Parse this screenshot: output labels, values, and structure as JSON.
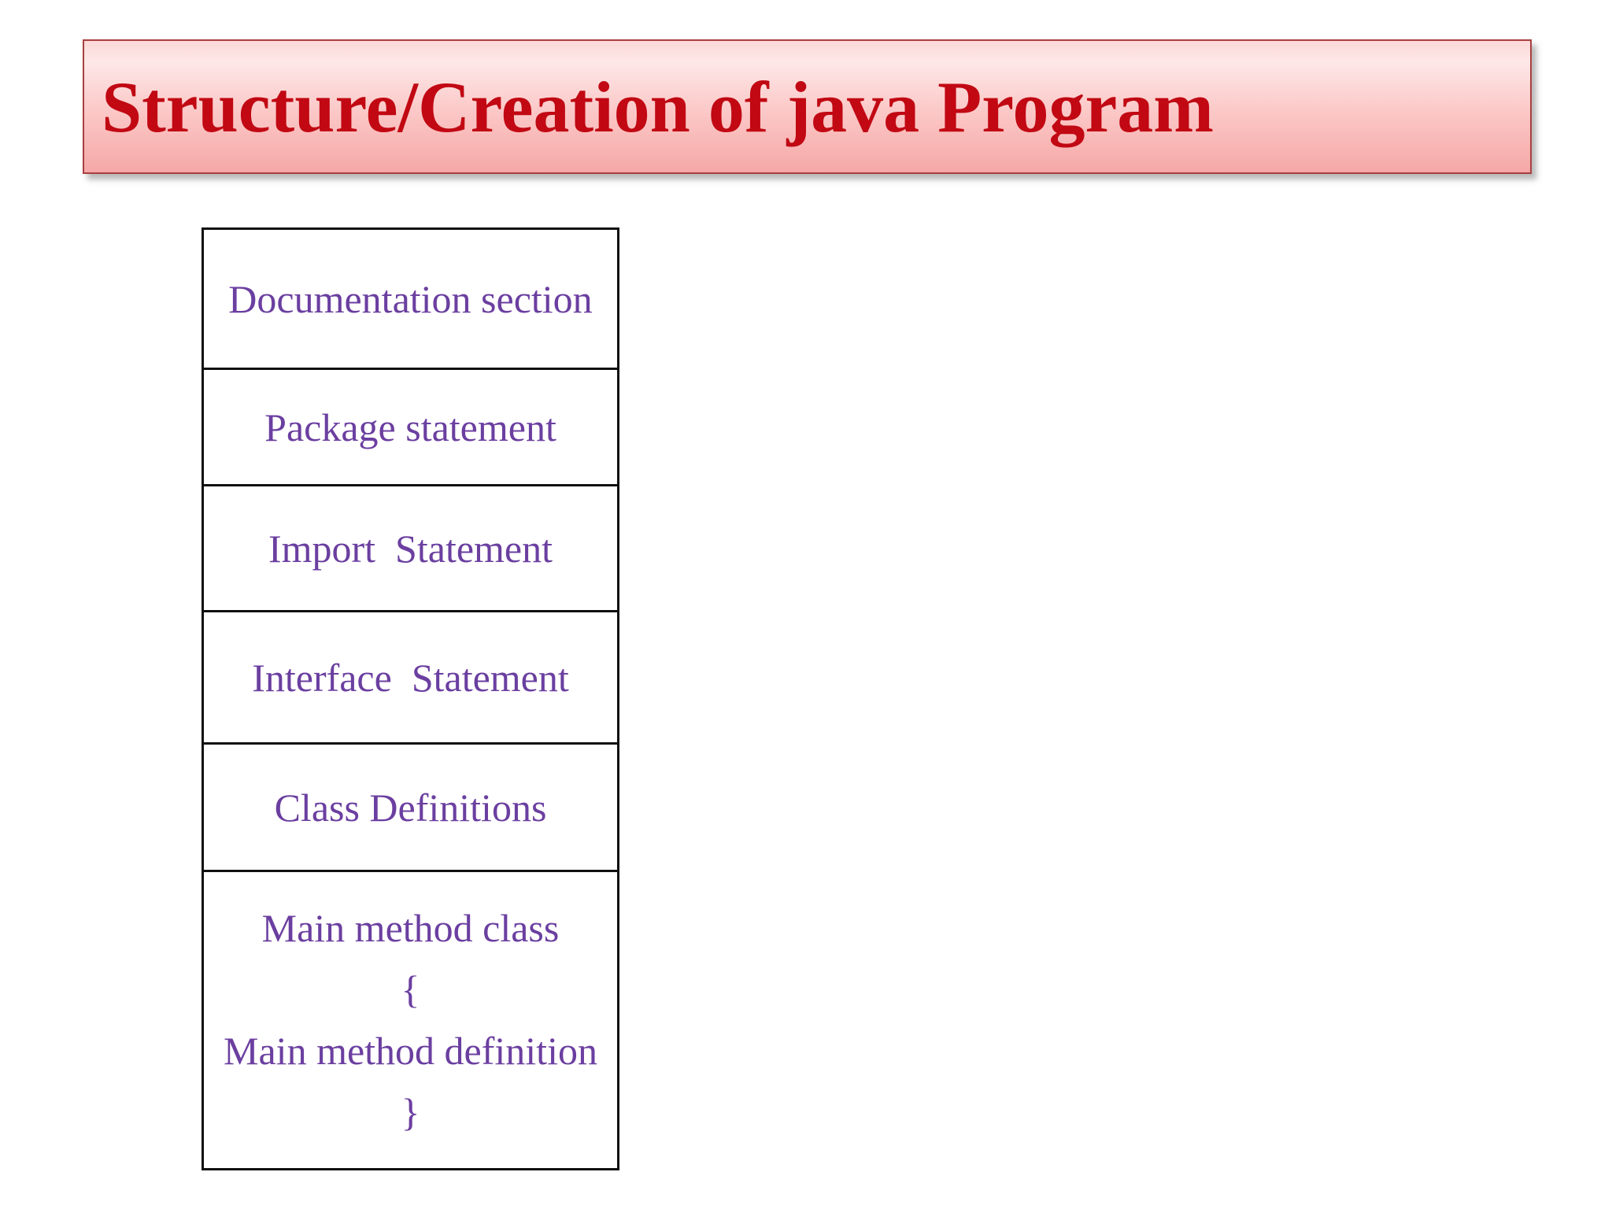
{
  "theme": {
    "title-color": "#c10813",
    "table-text-color": "#6b3fa0",
    "banner-border": "#a8403f",
    "table-border": "#101010",
    "banner-grad-top": "#fcd9d8",
    "banner-grad-bottom": "#f5a8a7"
  },
  "title_banner": {
    "text": "Structure/Creation of java Program"
  },
  "structure_table": {
    "rows": [
      {
        "label": "Documentation section"
      },
      {
        "label": "Package statement"
      },
      {
        "label": "Import  Statement"
      },
      {
        "label": "Interface  Statement"
      },
      {
        "label": "Class Definitions"
      },
      {
        "label": "Main method class\n{\nMain method definition\n}"
      }
    ]
  }
}
